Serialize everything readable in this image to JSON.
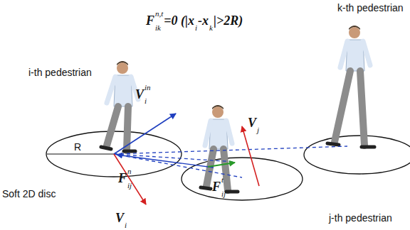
{
  "diagram": {
    "labels": [
      "k-th pedestrian",
      "F",
      "n,t",
      "ik",
      "=0 (|x",
      "i",
      "-x",
      "k",
      "|>2R)",
      "i-th pedestrian",
      "V",
      "in",
      "i",
      "V",
      "j",
      "R",
      "F",
      "n",
      "ij",
      "F",
      "t",
      "ij",
      "Soft 2D disc",
      "V",
      "i",
      "j-th pedestrian"
    ]
  }
}
